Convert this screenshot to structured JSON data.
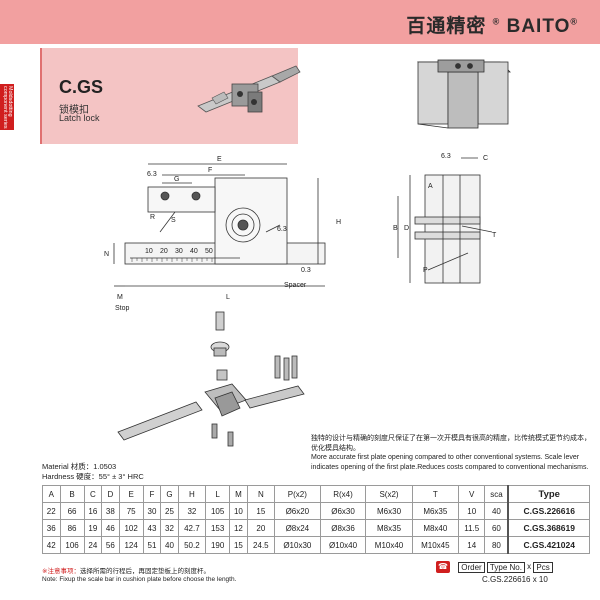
{
  "brand": {
    "name": "百通精密",
    "latin": "BAITO",
    "mark": "®"
  },
  "side_tab": {
    "label": "Moldsdotting component series"
  },
  "product": {
    "code": "C.GS",
    "name_cn": "锁模扣",
    "name_en": "Latch lock"
  },
  "drawing": {
    "dims": {
      "E": "E",
      "F": "F",
      "G": "G",
      "H": "H",
      "N": "N",
      "M": "M",
      "L": "L",
      "R": "R",
      "S": "S",
      "A": "A",
      "B": "B",
      "D": "D",
      "C": "C",
      "T": "T",
      "P": "P",
      "v63a": "6.3",
      "v63b": "6.3",
      "v63c": "6.3",
      "v03": "0.3"
    },
    "scale_ticks": [
      "50",
      "40",
      "30",
      "20",
      "10"
    ],
    "labels": {
      "spacer": "Spacer",
      "stop": "Stop"
    }
  },
  "material": {
    "line1": "Material  材质：1.0503",
    "line2": "Hardness 硬度：55° ± 3° HRC"
  },
  "description": {
    "cn": "独特的设计与精确的刻度尺保证了在第一次开模具有很高的精度，比传统模式更节约成本，优化模具结构。",
    "en": "More accurate first plate opening compared to other conventional systems. Scale lever indicates opening of the first plate.Reduces costs compared to conventional mechanisms."
  },
  "table": {
    "headers": [
      "A",
      "B",
      "C",
      "D",
      "E",
      "F",
      "G",
      "H",
      "L",
      "M",
      "N",
      "P(x2)",
      "R(x4)",
      "S(x2)",
      "T",
      "V",
      "sca",
      "Type"
    ],
    "rows": [
      [
        "22",
        "66",
        "16",
        "38",
        "75",
        "30",
        "25",
        "32",
        "105",
        "10",
        "15",
        "Ø6x20",
        "Ø6x30",
        "M6x30",
        "M6x35",
        "10",
        "40",
        "C.GS.226616"
      ],
      [
        "36",
        "86",
        "19",
        "46",
        "102",
        "43",
        "32",
        "42.7",
        "153",
        "12",
        "20",
        "Ø8x24",
        "Ø8x36",
        "M8x35",
        "M8x40",
        "11.5",
        "60",
        "C.GS.368619"
      ],
      [
        "42",
        "106",
        "24",
        "56",
        "124",
        "51",
        "40",
        "50.2",
        "190",
        "15",
        "24.5",
        "Ø10x30",
        "Ø10x40",
        "M10x40",
        "M10x45",
        "14",
        "80",
        "C.GS.421024"
      ]
    ]
  },
  "notes": {
    "cn_prefix": "※注意事项：",
    "cn": "选择所需的行程后，再固定垫板上的刻度杆。",
    "en": "Note: Fixup the scale bar in cushion plate before choose the length."
  },
  "order": {
    "label": "Order",
    "type_no": "Type No.",
    "times": "x",
    "pcs": "Pcs",
    "example": "C.GS.226616  x 10"
  },
  "colors": {
    "header": "#f2a0a0",
    "title_card": "#f4c4c4",
    "accent_red": "#d01e1e"
  }
}
